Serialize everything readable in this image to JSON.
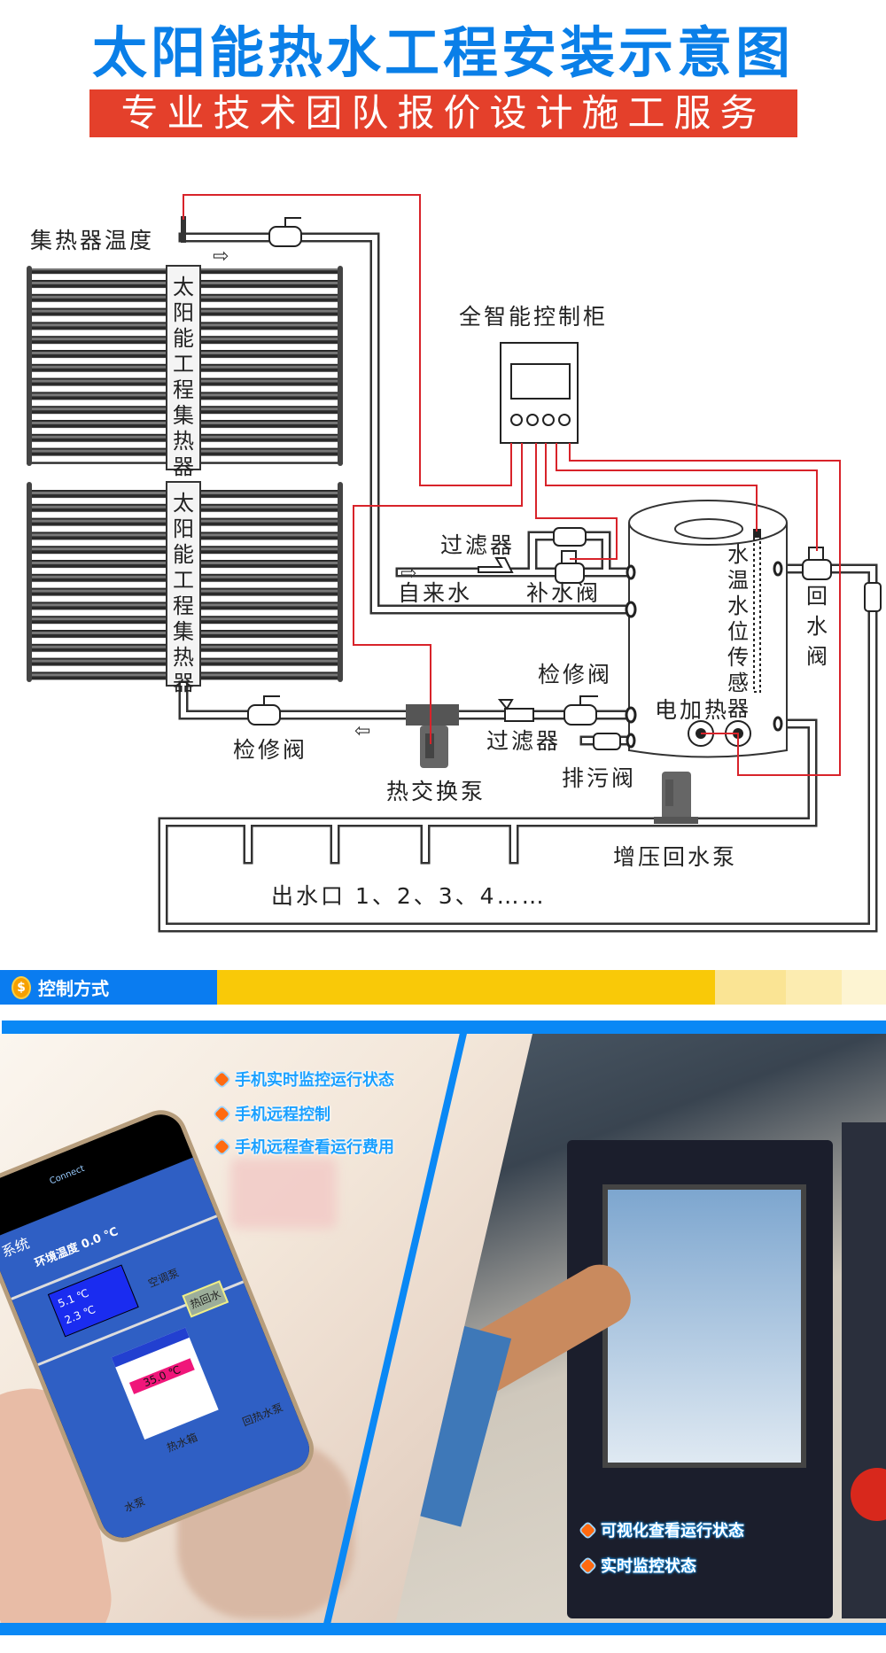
{
  "header": {
    "title": "太阳能热水工程安装示意图",
    "subtitle": "专业技术团队报价设计施工服务"
  },
  "diagram": {
    "collector_temp": "集热器温度",
    "collector_label": "太阳能工程集热器",
    "controller": "全智能控制柜",
    "filter_top": "过滤器",
    "tap_water": "自来水",
    "makeup_valve": "补水阀",
    "sensor": "水温水位传感器",
    "return_valve": "回水阀",
    "service_valve_right": "检修阀",
    "electric_heater": "电加热",
    "filter_bottom": "过滤器",
    "drain_valve": "排污阀",
    "service_valve_left": "检修阀",
    "heat_exchange_pump": "热交换泵",
    "booster_pump": "增压回水泵",
    "outlets": "出水口  1、2、3、4……"
  },
  "section": {
    "icon": "dollar-coin-icon",
    "title": "控制方式",
    "colors": {
      "blue": "#0a7cf0",
      "yellow": "#f9c908"
    }
  },
  "features_left": [
    "手机实时监控运行状态",
    "手机远程控制",
    "手机远程查看运行费用"
  ],
  "features_right": [
    "可视化查看运行状态",
    "实时监控状态"
  ],
  "phone": {
    "brand": "Connect",
    "system": "系统",
    "env_temp": "环境温度 0.0  ℃",
    "temp1": "5.1 ℃",
    "temp2": "2.3 ℃",
    "ac_pump": "空调泵",
    "heat_return": "热回水",
    "tank_temp": "35.0 ℃",
    "tank": "热水箱",
    "return_pump": "回热水泵",
    "water_pump": "水泵"
  }
}
